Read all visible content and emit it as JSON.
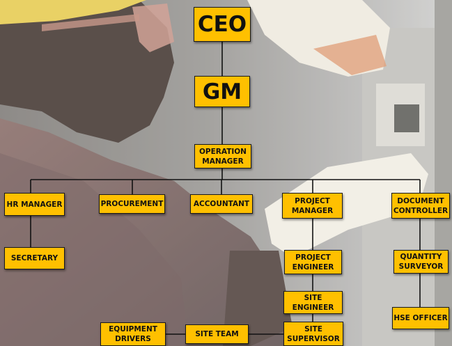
{
  "org_chart": {
    "ceo": "CEO",
    "gm": "GM",
    "operation_manager": "OPERATION\nMANAGER",
    "hr_manager": "HR MANAGER",
    "procurement": "PROCUREMENT",
    "accountant": "ACCOUNTANT",
    "project_manager": "PROJECT\nMANAGER",
    "document_controller": "DOCUMENT\nCONTROLLER",
    "secretary": "SECRETARY",
    "project_engineer": "PROJECT\nENGINEER",
    "quantity_surveyor": "QUANTITY\nSURVEYOR",
    "site_engineer": "SITE\nENGINEER",
    "hse_officer": "HSE OFFICER",
    "equipment_drivers": "EQUIPMENT\nDRIVERS",
    "site_team": "SITE TEAM",
    "site_supervisor": "SITE\nSUPERVISOR"
  },
  "colors": {
    "box_fill": "#ffc000",
    "box_border": "#1a1a1a",
    "connector": "#111111"
  }
}
